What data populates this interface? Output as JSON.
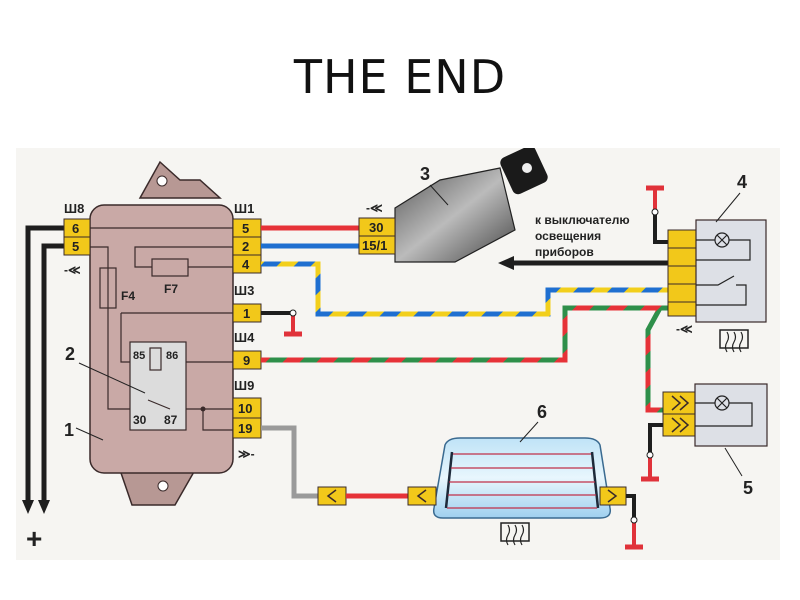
{
  "title": "THE END",
  "colors": {
    "wire_red": "#e63238",
    "wire_blue": "#1f6fd0",
    "wire_yellow": "#f2cf1c",
    "wire_green": "#2e8f4a",
    "wire_black": "#1e1e1e",
    "wire_gray": "#9a9a9a",
    "connector": "#f2c81a",
    "block_body": "#c9a9a6",
    "ground": "#e0323a"
  },
  "callouts": {
    "n1": "1",
    "n2": "2",
    "n3": "3",
    "n4": "4",
    "n5": "5",
    "n6": "6"
  },
  "block": {
    "sh8": {
      "label": "Ш8",
      "pins": [
        "6",
        "5"
      ]
    },
    "sh1": {
      "label": "Ш1",
      "pins": [
        "5",
        "2",
        "4"
      ]
    },
    "sh3": {
      "label": "Ш3",
      "pins": [
        "1"
      ]
    },
    "sh4": {
      "label": "Ш4",
      "pins": [
        "9"
      ]
    },
    "sh9": {
      "label": "Ш9",
      "pins": [
        "10",
        "19"
      ]
    },
    "fuses": {
      "f4": "F4",
      "f7": "F7"
    },
    "relay": {
      "t85": "85",
      "t86": "86",
      "t30": "30",
      "t87": "87"
    }
  },
  "ignition": {
    "pins": [
      "30",
      "15/1"
    ]
  },
  "note": {
    "line1": "к выключателю",
    "line2": "освещения",
    "line3": "приборов"
  },
  "plus_sign": "+"
}
